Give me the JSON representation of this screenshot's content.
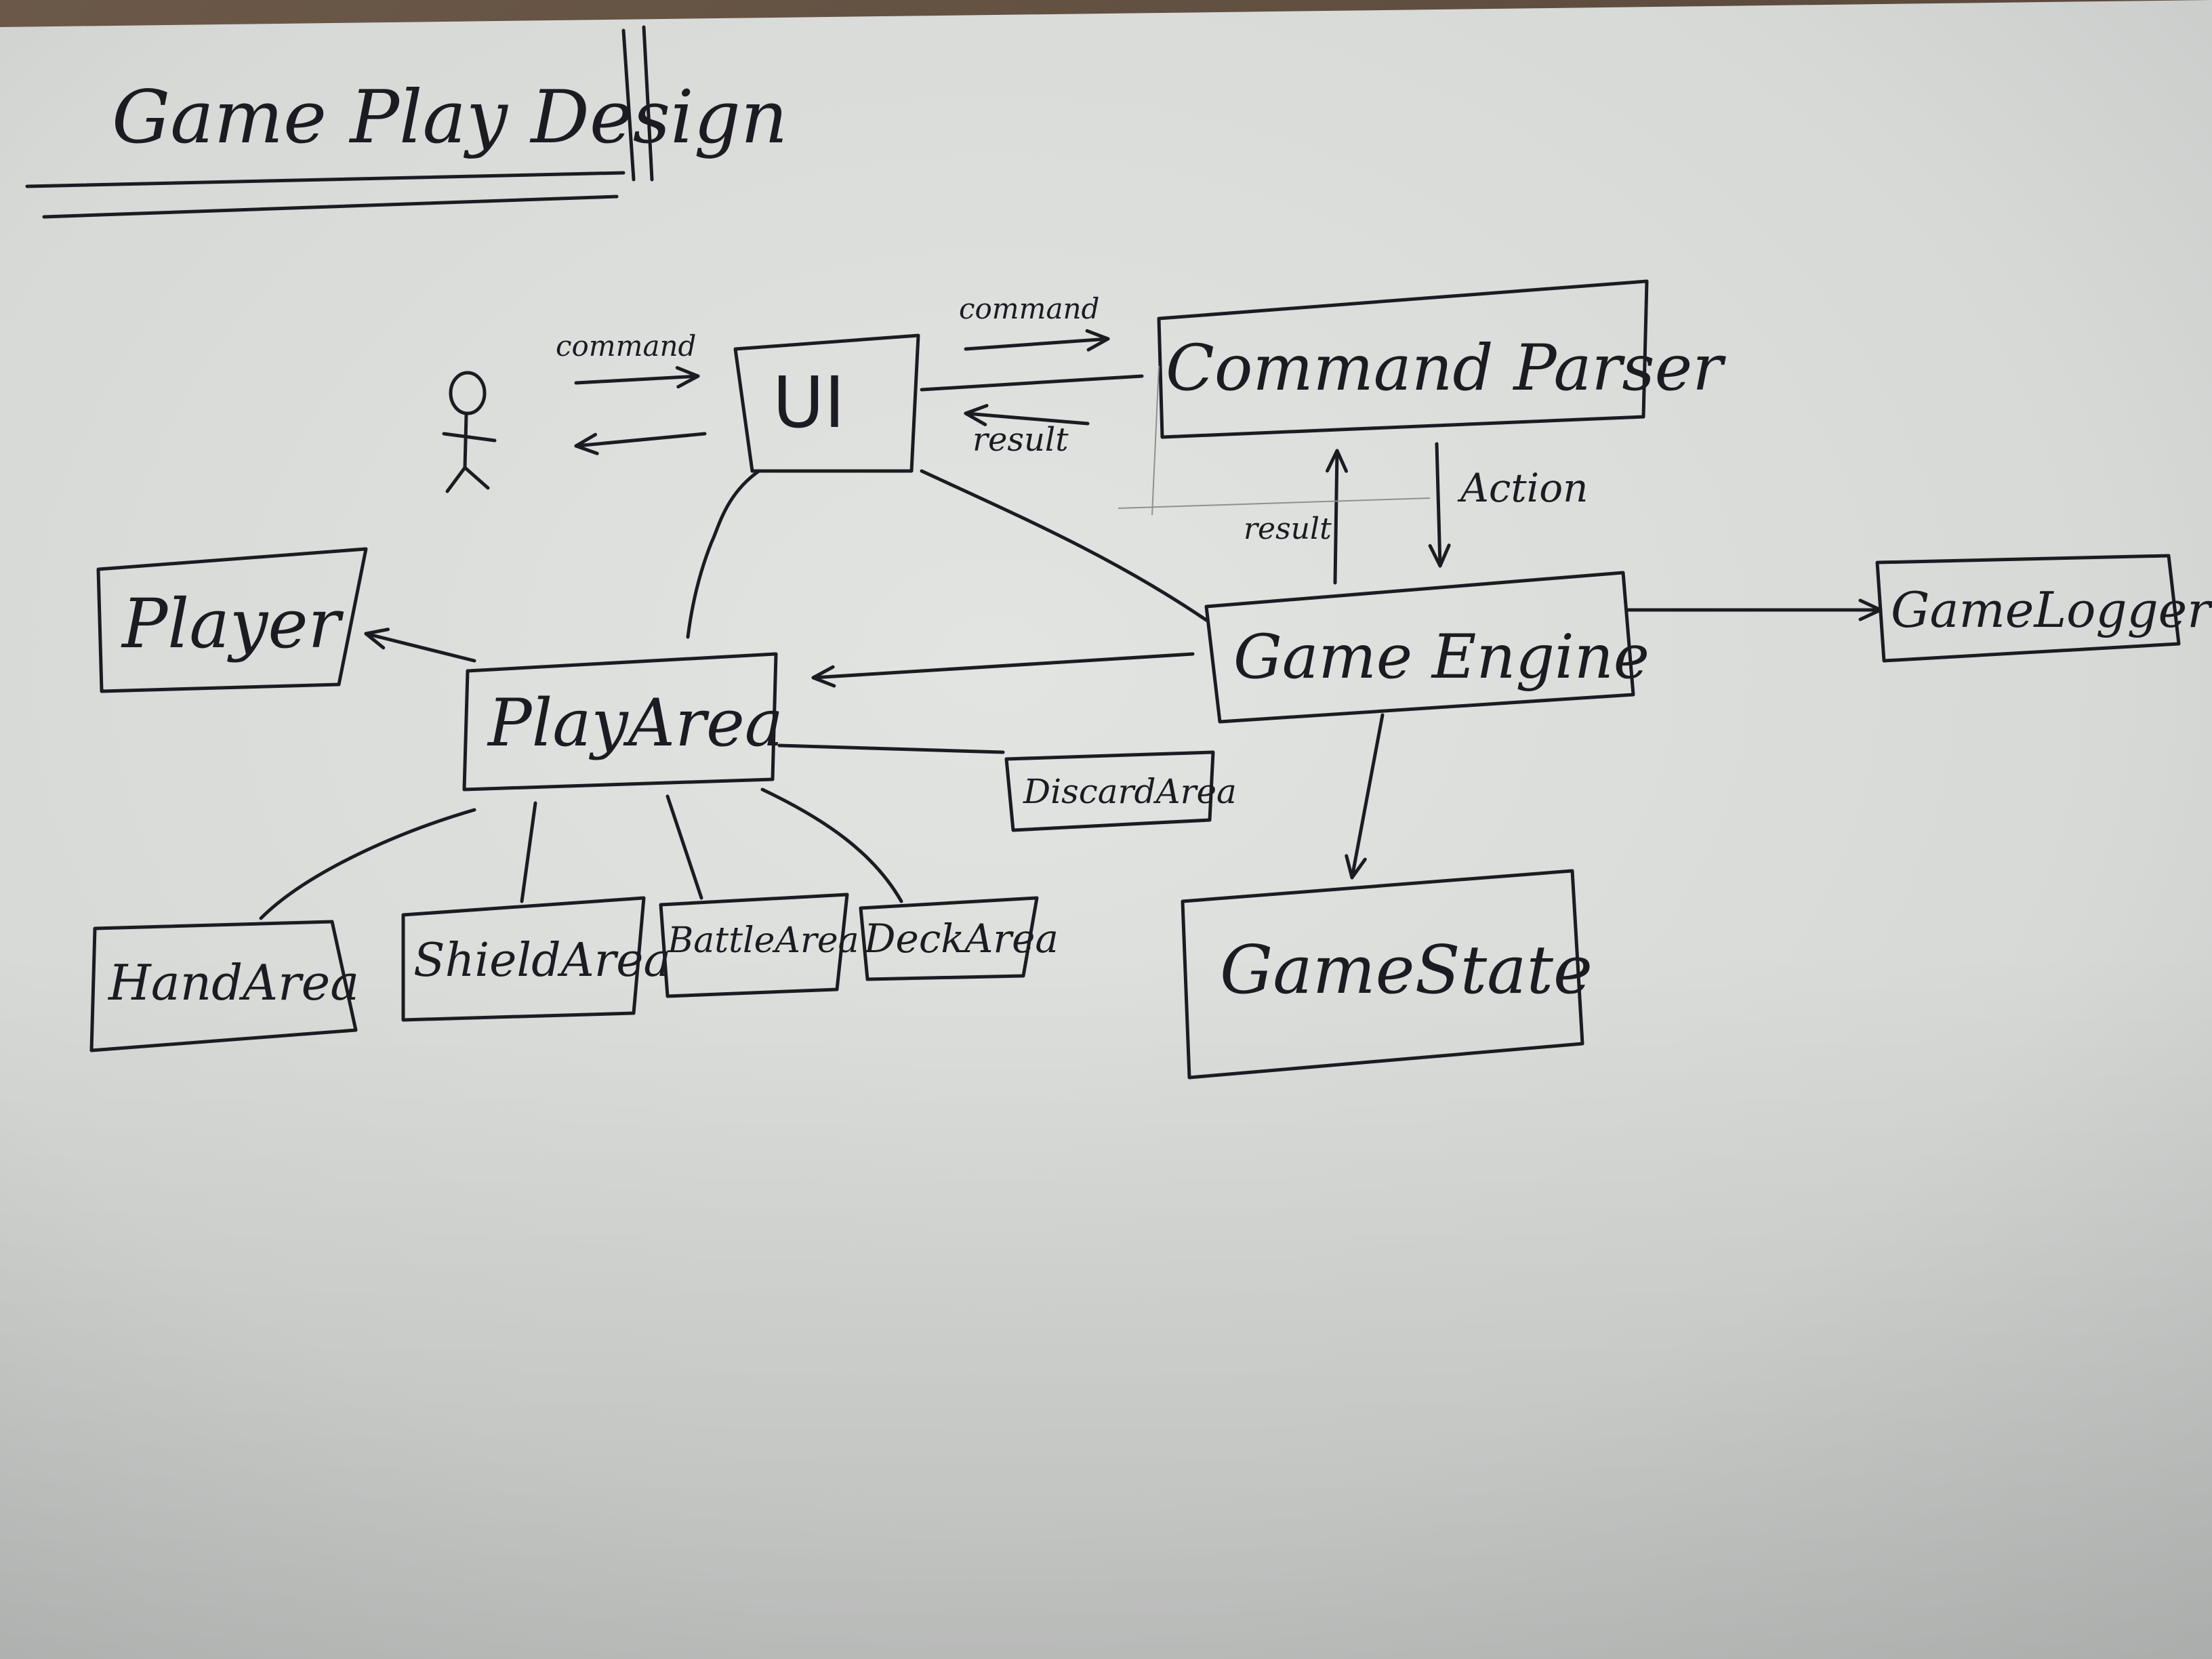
{
  "title": "Game Play Design",
  "colors": {
    "ink": "#1c1b22",
    "paper": "#d9dcd9",
    "paper_shadow": "#b9bcba",
    "background": "#5a4a3c"
  },
  "icons": {
    "actor": "stick-figure-icon"
  },
  "nodes": {
    "ui": "UI",
    "command_parser": "Command Parser",
    "game_engine": "Game Engine",
    "game_logger": "GameLogger",
    "player": "Player",
    "play_area": "PlayArea",
    "discard_area": "DiscardArea",
    "game_state": "GameState",
    "hand_area": "HandArea",
    "shield_area": "ShieldArea",
    "battle_area": "BattleArea",
    "deck_area": "DeckArea"
  },
  "edges": {
    "actor_to_ui": "command",
    "ui_to_parser": "command",
    "parser_to_ui": "result",
    "parser_to_engine": "Action",
    "engine_to_parser": "result"
  }
}
